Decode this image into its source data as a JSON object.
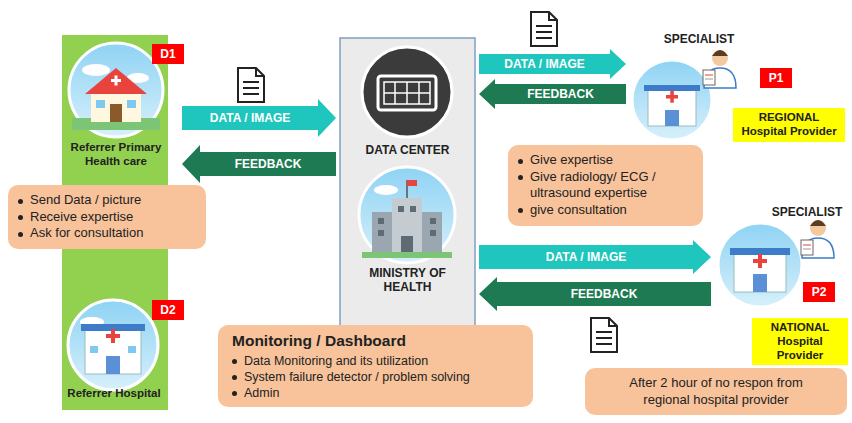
{
  "diagram": {
    "nodes": [
      {
        "text": [
          "Referrer Primary Health care"
        ]
      },
      {
        "text": [
          "D1"
        ]
      },
      {
        "text": [
          "Send Data / picture",
          "Receive expertise",
          "Ask for consultation"
        ]
      },
      {
        "text": [
          "Referrer Hospital"
        ]
      },
      {
        "text": [
          "D2"
        ]
      },
      {
        "text": [
          "DATA CENTER",
          "MINISTRY OF HEALTH"
        ]
      },
      {
        "text": [
          "Monitoring / Dashboard",
          "Data Monitoring and its utilization",
          "System failure detector / problem solving",
          "Admin"
        ]
      },
      {
        "text": [
          "SPECIALIST"
        ]
      },
      {
        "text": [
          "P1"
        ]
      },
      {
        "text": [
          "REGIONAL Hospital Provider"
        ]
      },
      {
        "text": [
          "Give expertise",
          "Give radiology/ ECG / ultrasound expertise",
          "give consultation"
        ]
      },
      {
        "text": [
          "SPECIALIST"
        ]
      },
      {
        "text": [
          "P2"
        ]
      },
      {
        "text": [
          "NATIONAL Hospital Provider"
        ]
      },
      {
        "text": [
          "After 2 hour of no respon from regional hospital provider"
        ]
      }
    ],
    "edges": [
      {
        "from": 0,
        "to": 5,
        "label": "DATA / IMAGE",
        "arrow": "to"
      },
      {
        "from": 5,
        "to": 0,
        "label": "FEEDBACK",
        "arrow": "to"
      },
      {
        "from": 5,
        "to": 7,
        "label": "DATA / IMAGE",
        "arrow": "to"
      },
      {
        "from": 7,
        "to": 5,
        "label": "FEEDBACK",
        "arrow": "to"
      },
      {
        "from": 5,
        "to": 11,
        "label": "DATA / IMAGE",
        "arrow": "to"
      },
      {
        "from": 11,
        "to": 5,
        "label": "FEEDBACK",
        "arrow": "to"
      }
    ]
  }
}
